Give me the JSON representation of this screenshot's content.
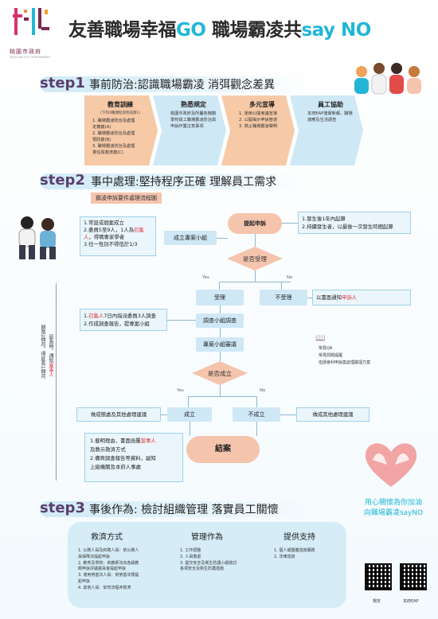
{
  "header": {
    "logo_text": "桃園市政府",
    "logo_sub": "TAOYUAN CITY GOVERNMENT",
    "title_part1": "友善職場幸福",
    "title_go": "GO",
    "title_part2": " 職場霸凌共",
    "title_say": "say NO"
  },
  "step1": {
    "label": "step1",
    "title": "事前防治:認識職場霸凌  消弭觀念差異",
    "cards": [
      {
        "title": "教育訓練",
        "sub": "(下列3種課程須完成擇1)",
        "items": [
          "1. 職場霸凌防治及處理",
          "   定義篇(A)",
          "2. 職場霸凌防治及處理",
          "   預防篇(B)",
          "3. 職場霸凌防治及處理",
          "   責任與救濟篇(C)"
        ]
      },
      {
        "title": "熟悉規定",
        "text": "桃園市政府及所屬各機關學校員工職場霸凌防治與申訴作業注意事項"
      },
      {
        "title": "多元宣導",
        "items": [
          "1. 運用公開會議宣導",
          "2. 公開揭示申訴管道",
          "3. 禁止職場霸凌聲明"
        ]
      },
      {
        "title": "員工協助",
        "text": "本府EAP落實新報、職場適應及生活調查"
      }
    ]
  },
  "step2": {
    "label": "step2",
    "title": "事中處理:堅持程序正確 理解員工需求",
    "flow_label": "霸凌申訴要件處理流程圖",
    "committee_notes": [
      "1.常設或個案成立",
      "2.委員5至9人，1人為",
      "召集人",
      "，得聘專家學者",
      "3.任一性別不得低於1/3"
    ],
    "committee_node": "成立專案小組",
    "complaint_node": "提起申訴",
    "complaint_notes": [
      "1.發生後1年內起算",
      "2.持續發生者，以最後一次發生時間起算"
    ],
    "accept_q": "是否受理",
    "yes": "Yes",
    "no": "No",
    "accept": "受理",
    "reject": "不受理",
    "reject_note_a": "以書面通知",
    "reject_note_b": "申訴人",
    "investigate_notes_a": "1.",
    "investigate_notes_b": "召集人",
    "investigate_notes_c": "7日內指派委員3人調查",
    "investigate_notes_2": "2.作成調查報告，提專案小組",
    "investigate": "調查小組調查",
    "review": "專案小組審議",
    "established_q": "是否成立",
    "established": "成立",
    "not_established": "不成立",
    "left_result": "做成懲處及其他處理建議",
    "right_result": "做成其他處理建議",
    "conclude": "結案",
    "conclude_notes": [
      "1.載明理由，書面函覆",
      "當事人",
      "及教示救濟方式",
      "2.備齊調查報告等資料，副知",
      "上級機關及本府人事處"
    ],
    "timeline_a": "期限2個月，得延長1個月",
    "timeline_b": "延長時，通知",
    "timeline_c": "當事人",
    "side_notes": [
      "常見QA",
      "常見問題提醒",
      "但請會利申訴案處理嚴謹方案"
    ]
  },
  "care_message": [
    "用心關懷為你加油",
    "向職場霸凌sayNO"
  ],
  "step3": {
    "label": "step3",
    "title": "事後作為: 檢討組織管理 落實員工關懷",
    "columns": [
      {
        "title": "救濟方式",
        "items": [
          "1. 公務人員及約聘人員：依公務人",
          "   員保障法提起申訴",
          "2. 教育及學校：依教師法向各級教",
          "   師申訴評議委員會提起申訴",
          "3. 適用勞基法人員：依勞基法規提",
          "   起申訴",
          "4. 其他人員：依司法程序救濟"
        ]
      },
      {
        "title": "管理作為",
        "items": [
          "1. 工作調整",
          "2. 人員懲處",
          "3. 提交安全及衛生防護小組檢討",
          "   各項安全及衛生防護措施"
        ]
      },
      {
        "title": "提供支持",
        "items": [
          "1. 個人或團體諮詢服務",
          "2. 法律諮詢"
        ]
      }
    ],
    "qr_labels": [
      "規定",
      "本府EAP"
    ]
  }
}
